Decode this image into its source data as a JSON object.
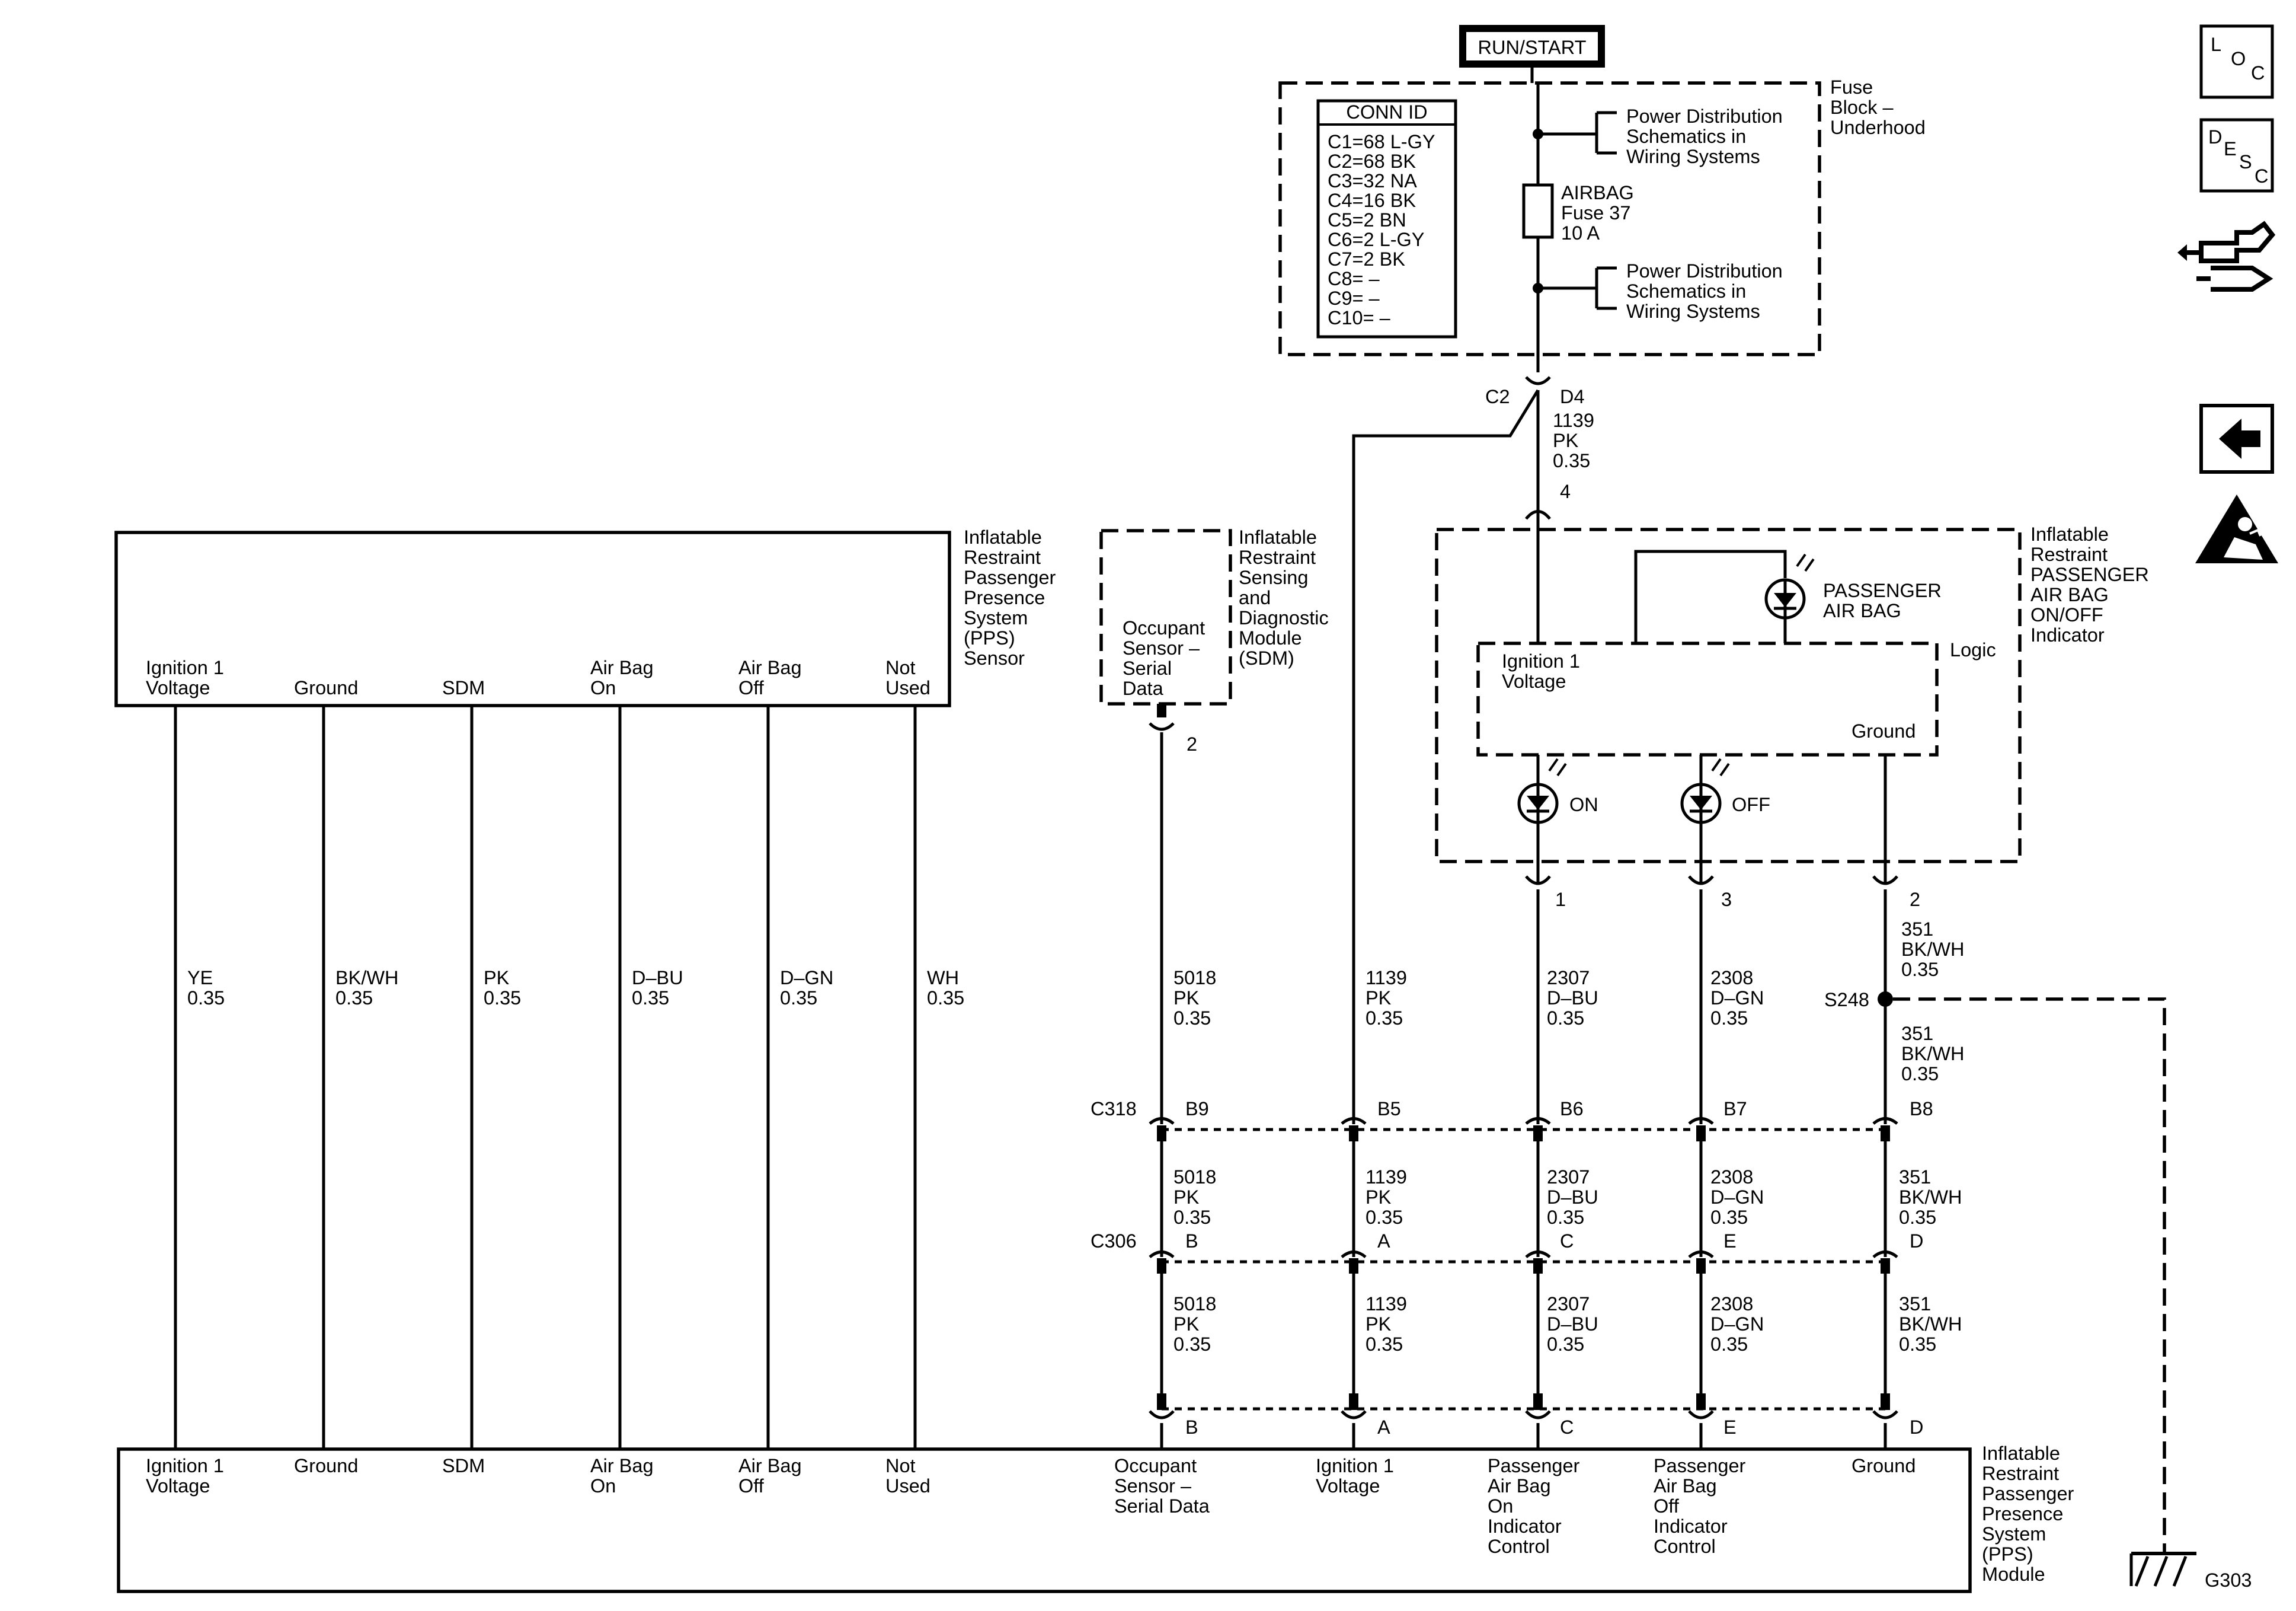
{
  "power": {
    "run_start": "RUN/START"
  },
  "fuse_block": {
    "name": [
      "Fuse",
      "Block –",
      "Underhood"
    ],
    "conn_id_title": "CONN ID",
    "conn_ids": [
      "C1=68 L-GY",
      "C2=68 BK",
      "C3=32 NA",
      "C4=16 BK",
      "C5=2 BN",
      "C6=2 L-GY",
      "C7=2 BK",
      "C8= –",
      "C9= –",
      "C10= –"
    ],
    "power_dist_1": [
      "Power Distribution",
      "Schematics in",
      "Wiring Systems"
    ],
    "power_dist_2": [
      "Power Distribution",
      "Schematics in",
      "Wiring Systems"
    ],
    "fuse": [
      "AIRBAG",
      "Fuse 37",
      "10 A"
    ],
    "conn_c2": "C2",
    "pin_d4": "D4"
  },
  "feed_wire": [
    "1139",
    "PK",
    "0.35"
  ],
  "indicator": {
    "pin_in": "4",
    "name": [
      "Inflatable",
      "Restraint",
      "PASSENGER",
      "AIR BAG",
      "ON/OFF",
      "Indicator"
    ],
    "lamp_label": [
      "PASSENGER",
      "AIR BAG"
    ],
    "logic": "Logic",
    "ignition": [
      "Ignition 1",
      "Voltage"
    ],
    "ground": "Ground",
    "on": "ON",
    "off": "OFF",
    "pins": [
      "1",
      "3",
      "2"
    ]
  },
  "pps_sensor": {
    "name": [
      "Inflatable",
      "Restraint",
      "Passenger",
      "Presence",
      "System",
      "(PPS)",
      "Sensor"
    ],
    "terminals": [
      [
        "Ignition 1",
        "Voltage"
      ],
      [
        "",
        "Ground"
      ],
      [
        "",
        "SDM"
      ],
      [
        "Air Bag",
        "On"
      ],
      [
        "Air Bag",
        "Off"
      ],
      [
        "Not",
        "Used"
      ]
    ],
    "wires": [
      [
        "YE",
        "0.35"
      ],
      [
        "BK/WH",
        "0.35"
      ],
      [
        "PK",
        "0.35"
      ],
      [
        "D–BU",
        "0.35"
      ],
      [
        "D–GN",
        "0.35"
      ],
      [
        "WH",
        "0.35"
      ]
    ]
  },
  "sdm": {
    "name": [
      "Inflatable",
      "Restraint",
      "Sensing",
      "and",
      "Diagnostic",
      "Module",
      "(SDM)"
    ],
    "terminal": [
      "Occupant",
      "Sensor –",
      "Serial",
      "Data"
    ],
    "pin": "2"
  },
  "ground_wire_1": [
    "351",
    "BK/WH",
    "0.35"
  ],
  "splice": "S248",
  "ground_wire_2": [
    "351",
    "BK/WH",
    "0.35"
  ],
  "c318": {
    "name": "C318",
    "pins": [
      "B9",
      "B5",
      "B6",
      "B7",
      "B8"
    ]
  },
  "seg1_wires": [
    [
      "5018",
      "PK",
      "0.35"
    ],
    [
      "1139",
      "PK",
      "0.35"
    ],
    [
      "2307",
      "D–BU",
      "0.35"
    ],
    [
      "2308",
      "D–GN",
      "0.35"
    ]
  ],
  "c306": {
    "name": "C306",
    "pins": [
      "B",
      "A",
      "C",
      "E",
      "D"
    ]
  },
  "seg2_wires": [
    [
      "5018",
      "PK",
      "0.35"
    ],
    [
      "1139",
      "PK",
      "0.35"
    ],
    [
      "2307",
      "D–BU",
      "0.35"
    ],
    [
      "2308",
      "D–GN",
      "0.35"
    ],
    [
      "351",
      "BK/WH",
      "0.35"
    ]
  ],
  "seg3_wires": [
    [
      "5018",
      "PK",
      "0.35"
    ],
    [
      "1139",
      "PK",
      "0.35"
    ],
    [
      "2307",
      "D–BU",
      "0.35"
    ],
    [
      "2308",
      "D–GN",
      "0.35"
    ],
    [
      "351",
      "BK/WH",
      "0.35"
    ]
  ],
  "module_pins": [
    "B",
    "A",
    "C",
    "E",
    "D"
  ],
  "pps_module": {
    "name": [
      "Inflatable",
      "Restraint",
      "Passenger",
      "Presence",
      "System",
      "(PPS)",
      "Module"
    ],
    "left_terminals": [
      [
        "Ignition 1",
        "Voltage"
      ],
      [
        "Ground"
      ],
      [
        "SDM"
      ],
      [
        "Air Bag",
        "On"
      ],
      [
        "Air Bag",
        "Off"
      ],
      [
        "Not",
        "Used"
      ]
    ],
    "right_terminals": [
      [
        "Occupant",
        "Sensor –",
        "Serial Data"
      ],
      [
        "Ignition 1",
        "Voltage"
      ],
      [
        "Passenger",
        "Air Bag",
        "On",
        "Indicator",
        "Control"
      ],
      [
        "Passenger",
        "Air Bag",
        "Off",
        "Indicator",
        "Control"
      ],
      [
        "Ground"
      ]
    ]
  },
  "ground_point": "G303",
  "side_icons": [
    {
      "name": "loc-icon",
      "letters": [
        "L",
        "O",
        "C"
      ]
    },
    {
      "name": "desc-icon",
      "letters": [
        "D",
        "E",
        "S",
        "C"
      ]
    },
    {
      "name": "connector-hand-icon"
    },
    {
      "name": "back-arrow-icon"
    },
    {
      "name": "airbag-warning-icon"
    }
  ]
}
